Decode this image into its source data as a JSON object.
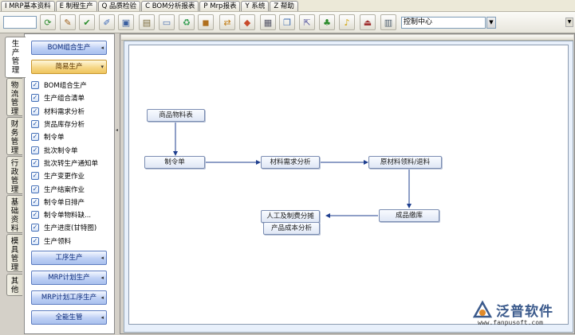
{
  "menu": [
    {
      "label": "I MRP基本资料"
    },
    {
      "label": "E 制程生产"
    },
    {
      "label": "Q 品质检验"
    },
    {
      "label": "C BOM分析报表"
    },
    {
      "label": "P Mrp报表"
    },
    {
      "label": "Y 系统"
    },
    {
      "label": "Z 帮助"
    }
  ],
  "toolbar": {
    "input_value": "",
    "select_value": "控制中心",
    "icons": [
      "refresh-icon",
      "wrench-icon",
      "check-icon",
      "edit-icon",
      "screen-icon",
      "book-icon",
      "window-icon",
      "cycle-icon",
      "box-icon",
      "swap-icon",
      "shape-icon",
      "calc-icon",
      "copy-icon",
      "export-icon",
      "tree-icon",
      "bell-icon",
      "exit-icon",
      "form-icon"
    ]
  },
  "vtabs": [
    {
      "label": "生产管理",
      "active": true
    },
    {
      "label": "物流管理",
      "active": false
    },
    {
      "label": "财务管理",
      "active": false
    },
    {
      "label": "行政管理",
      "active": false
    },
    {
      "label": "基础资料",
      "active": false
    },
    {
      "label": "模具管理",
      "active": false
    },
    {
      "label": "其他",
      "active": false
    }
  ],
  "nav": {
    "headers_top": [
      {
        "label": "BOM组合生产"
      },
      {
        "label": "简易生产"
      }
    ],
    "items": [
      {
        "label": "BOM组合生产"
      },
      {
        "label": "生产组合清单"
      },
      {
        "label": "材料需求分析"
      },
      {
        "label": "货品库存分析"
      },
      {
        "label": "制令单"
      },
      {
        "label": "批次制令单"
      },
      {
        "label": "批次转生产通知单"
      },
      {
        "label": "生产变更作业"
      },
      {
        "label": "生产结案作业"
      },
      {
        "label": "制令单日排产"
      },
      {
        "label": "制令单物料缺..."
      },
      {
        "label": "生产进度(甘特图)"
      },
      {
        "label": "生产领料"
      }
    ],
    "headers_bottom": [
      {
        "label": "工序生产"
      },
      {
        "label": "MRP计划生产"
      },
      {
        "label": "MRP计划工序生产"
      },
      {
        "label": "全能生管"
      }
    ]
  },
  "diagram": {
    "nodes": {
      "bom_table": "商品物料表",
      "work_order": "制令单",
      "material_demand": "材料需求分析",
      "raw_material_pick": "原材料领料/退料",
      "finished_stock_in": "成品缴库",
      "labor_cost_alloc": "人工及制费分摊",
      "product_cost_analysis": "产品成本分析"
    },
    "line_color": "#1f3f8f"
  },
  "logo": {
    "name": "泛普软件",
    "url": "www.fanpusoft.com",
    "color": "#3b5a8c"
  }
}
